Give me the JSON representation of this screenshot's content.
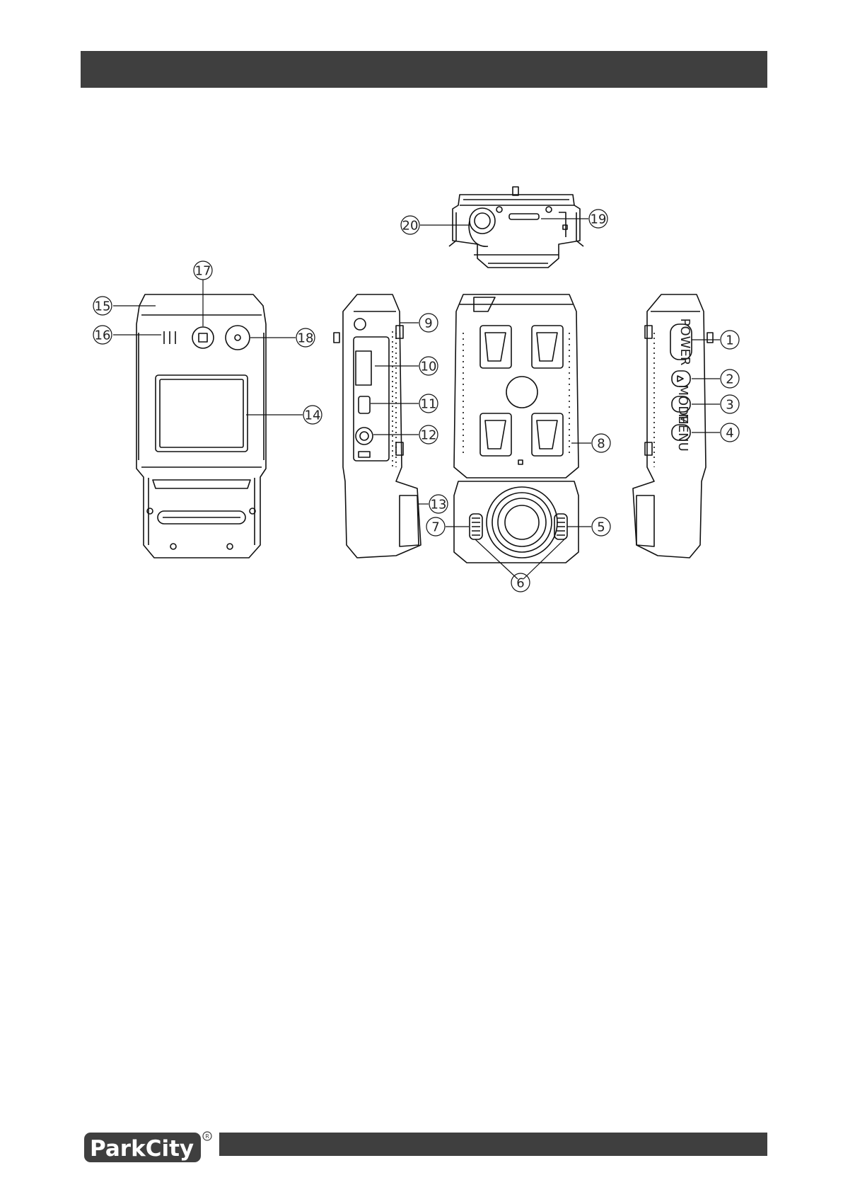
{
  "brand": {
    "logo_text": "ParkCity",
    "reg_mark": "®"
  },
  "callouts": [
    "1",
    "2",
    "3",
    "4",
    "5",
    "6",
    "7",
    "8",
    "9",
    "10",
    "11",
    "12",
    "13",
    "14",
    "15",
    "16",
    "17",
    "18",
    "19",
    "20"
  ],
  "button_labels": {
    "power": "POWER",
    "mode": "MODE",
    "menu": "MENU"
  },
  "icons": {
    "device": "camera-device-drawing"
  }
}
